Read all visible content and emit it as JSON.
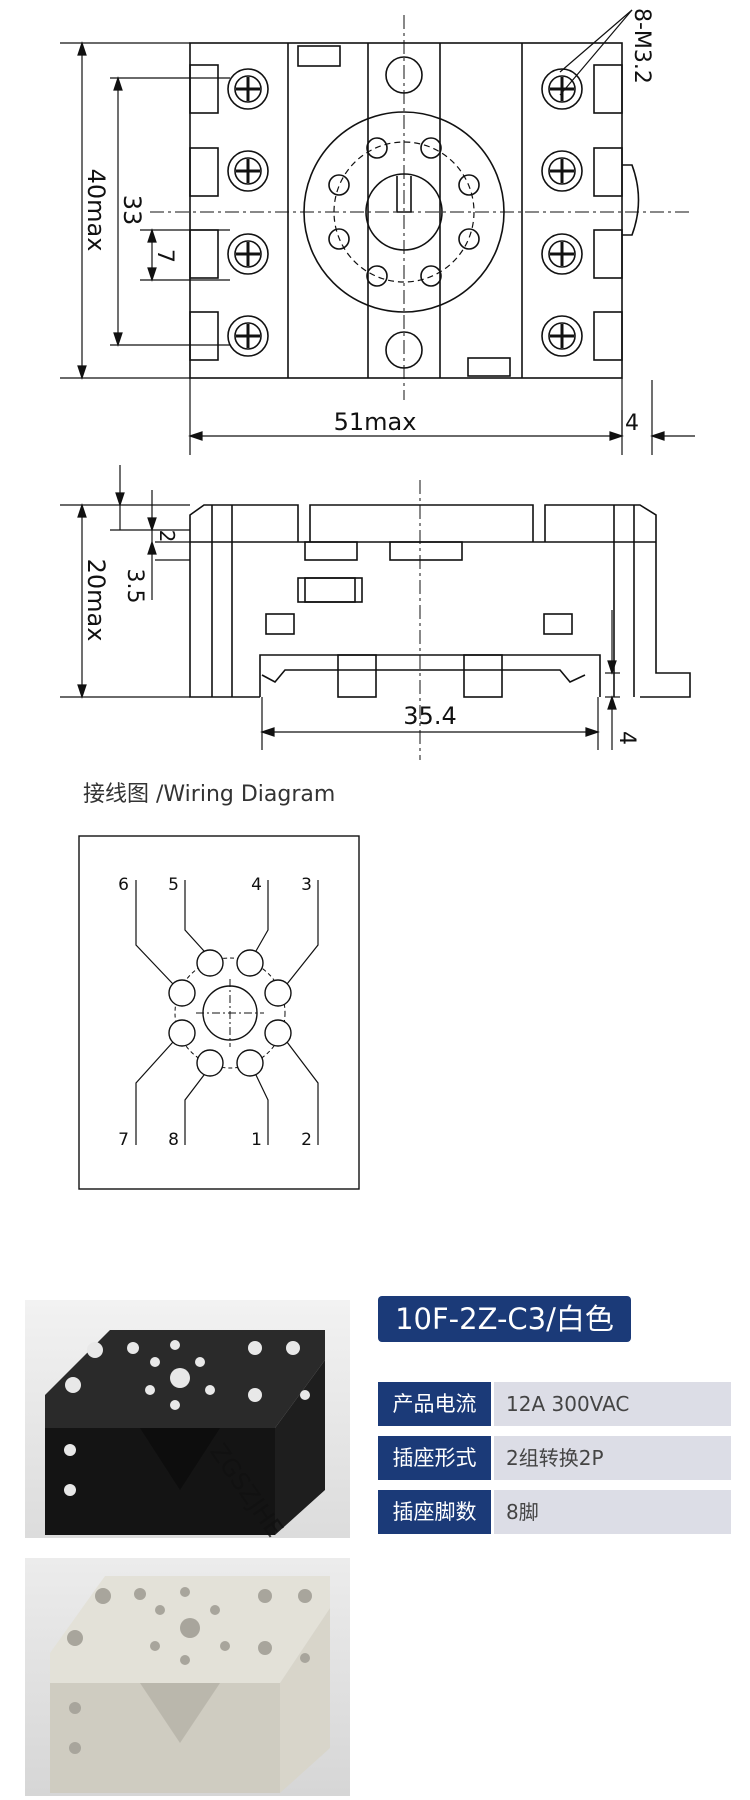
{
  "drawings": {
    "top_view": {
      "dim_width": "51max",
      "dim_height_outer": "40max",
      "dim_height_inner": "33",
      "dim_small": "7",
      "dim_screws": "8-M3.2",
      "dim_rail": "4"
    },
    "side_view": {
      "dim_height": "20max",
      "dim_top_a": "2",
      "dim_top_b": "3.5",
      "dim_width": "35.4",
      "dim_foot": "4"
    }
  },
  "wiring": {
    "title": "接线图 /Wiring Diagram",
    "pins_top": [
      "6",
      "5",
      "4",
      "3"
    ],
    "pins_bottom": [
      "7",
      "8",
      "1",
      "2"
    ]
  },
  "product": {
    "title": "10F-2Z-C3/白色",
    "watermark": "ZGSZJHE",
    "specs": [
      {
        "key": "产品电流",
        "value": "12A 300VAC"
      },
      {
        "key": "插座形式",
        "value": "2组转换2P"
      },
      {
        "key": "插座脚数",
        "value": "8脚"
      }
    ]
  }
}
